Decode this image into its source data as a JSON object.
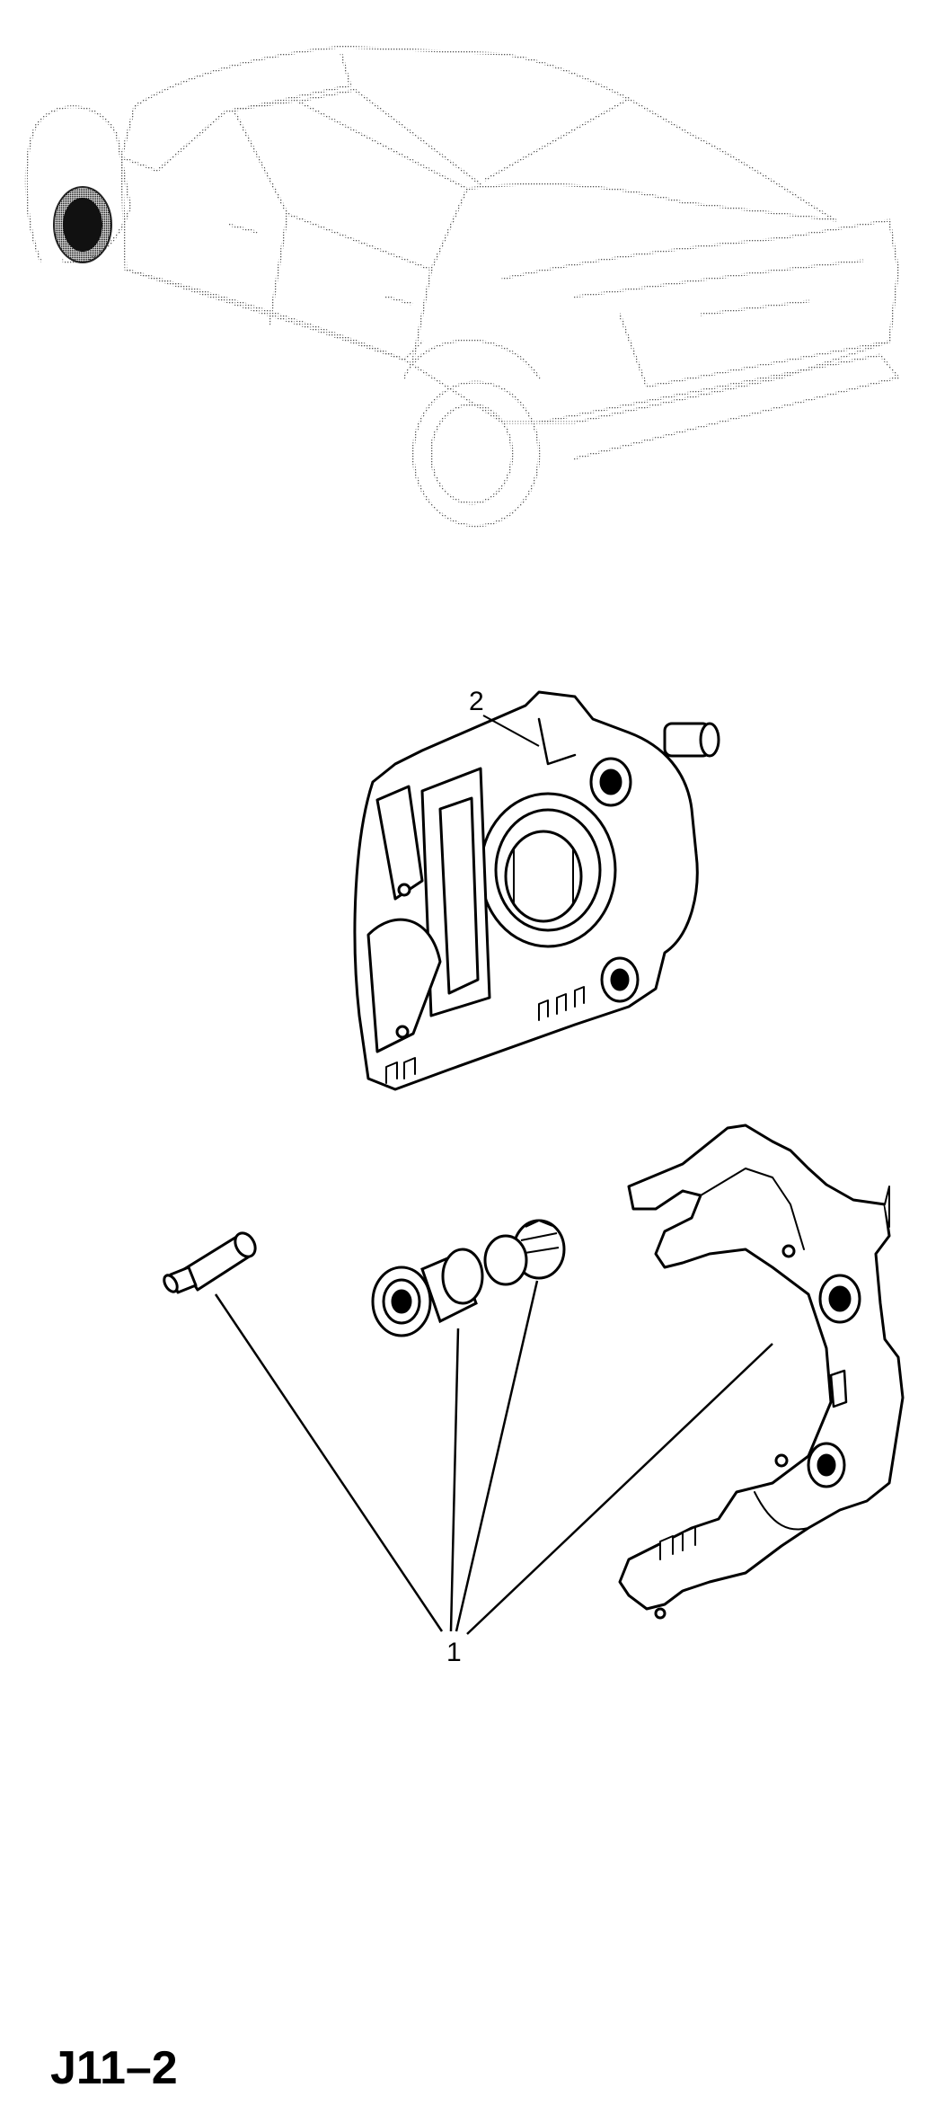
{
  "callouts": {
    "part1": "1",
    "part2": "2"
  },
  "figure_code": "J11–2",
  "colors": {
    "ink": "#000000",
    "stipple": "#8a8a8a",
    "background": "#ffffff"
  }
}
